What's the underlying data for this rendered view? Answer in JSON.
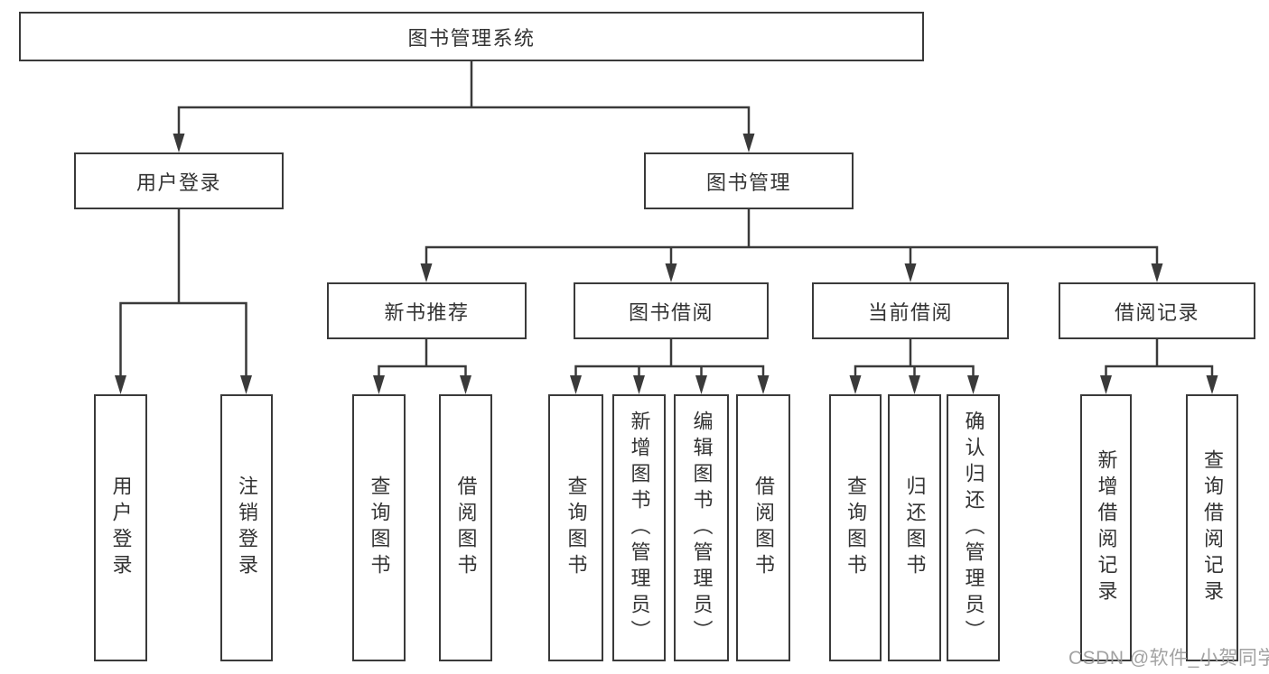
{
  "tree": {
    "root": {
      "label": "图书管理系统"
    },
    "user_login": {
      "label": "用户登录",
      "children": [
        {
          "label": "用户登录"
        },
        {
          "label": "注销登录"
        }
      ]
    },
    "book_mgmt": {
      "label": "图书管理",
      "sections": {
        "new_books": {
          "label": "新书推荐",
          "children": [
            {
              "label": "查询图书"
            },
            {
              "label": "借阅图书"
            }
          ]
        },
        "book_borrow": {
          "label": "图书借阅",
          "children": [
            {
              "label": "查询图书"
            },
            {
              "label": "新增图书（管理员）"
            },
            {
              "label": "编辑图书（管理员）"
            },
            {
              "label": "借阅图书"
            }
          ]
        },
        "current_borrow": {
          "label": "当前借阅",
          "children": [
            {
              "label": "查询图书"
            },
            {
              "label": "归还图书"
            },
            {
              "label": "确认归还（管理员）"
            }
          ]
        },
        "borrow_records": {
          "label": "借阅记录",
          "children": [
            {
              "label": "新增借阅记录"
            },
            {
              "label": "查询借阅记录"
            }
          ]
        }
      }
    }
  },
  "watermark": {
    "text": "CSDN @软件_小贺同学"
  },
  "colors": {
    "line": "#3a3a3a",
    "text": "#333333",
    "watermark": "#9b9b9b",
    "background": "#ffffff"
  }
}
